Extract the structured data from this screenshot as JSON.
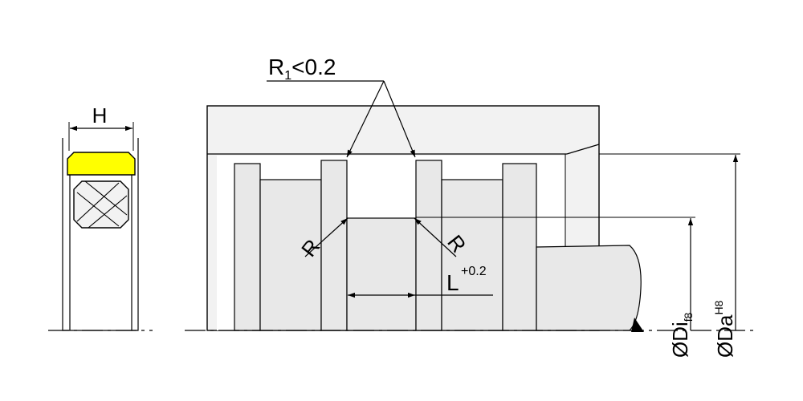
{
  "labels": {
    "height": "H",
    "radius_r1": "R",
    "radius_r1_sub": "1",
    "radius_r1_limit": "<0.2",
    "radius_left": "R",
    "radius_right": "R",
    "groove_length": "L",
    "groove_length_tol": "+0.2",
    "dia_inner_prefix": "Ø",
    "dia_inner": "Di",
    "dia_inner_tol": "f8",
    "dia_outer_prefix": "Ø",
    "dia_outer": "Da",
    "dia_outer_tol": "H8"
  },
  "colors": {
    "line": "#000000",
    "fill_grey": "#e8e8e8",
    "fill_light": "#f2f2f2",
    "seal_yellow": "#ffff00"
  }
}
